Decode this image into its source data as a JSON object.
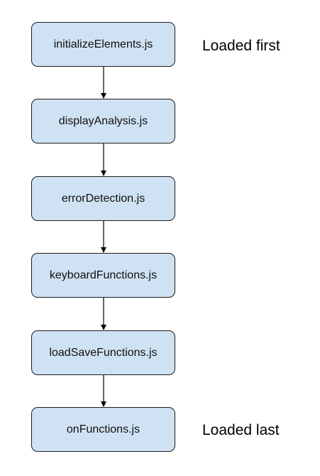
{
  "diagram": {
    "nodes": [
      {
        "label": "initializeElements.js"
      },
      {
        "label": "displayAnalysis.js"
      },
      {
        "label": "errorDetection.js"
      },
      {
        "label": "keyboardFunctions.js"
      },
      {
        "label": "loadSaveFunctions.js"
      },
      {
        "label": "onFunctions.js"
      }
    ],
    "edges": [
      {
        "from": 0,
        "to": 1
      },
      {
        "from": 1,
        "to": 2
      },
      {
        "from": 2,
        "to": 3
      },
      {
        "from": 3,
        "to": 4
      },
      {
        "from": 4,
        "to": 5
      }
    ],
    "annotations": {
      "first": "Loaded first",
      "last": "Loaded last"
    },
    "colors": {
      "node_fill": "#cfe2f3",
      "node_border": "#1c1c1c",
      "arrow": "#000000"
    }
  }
}
